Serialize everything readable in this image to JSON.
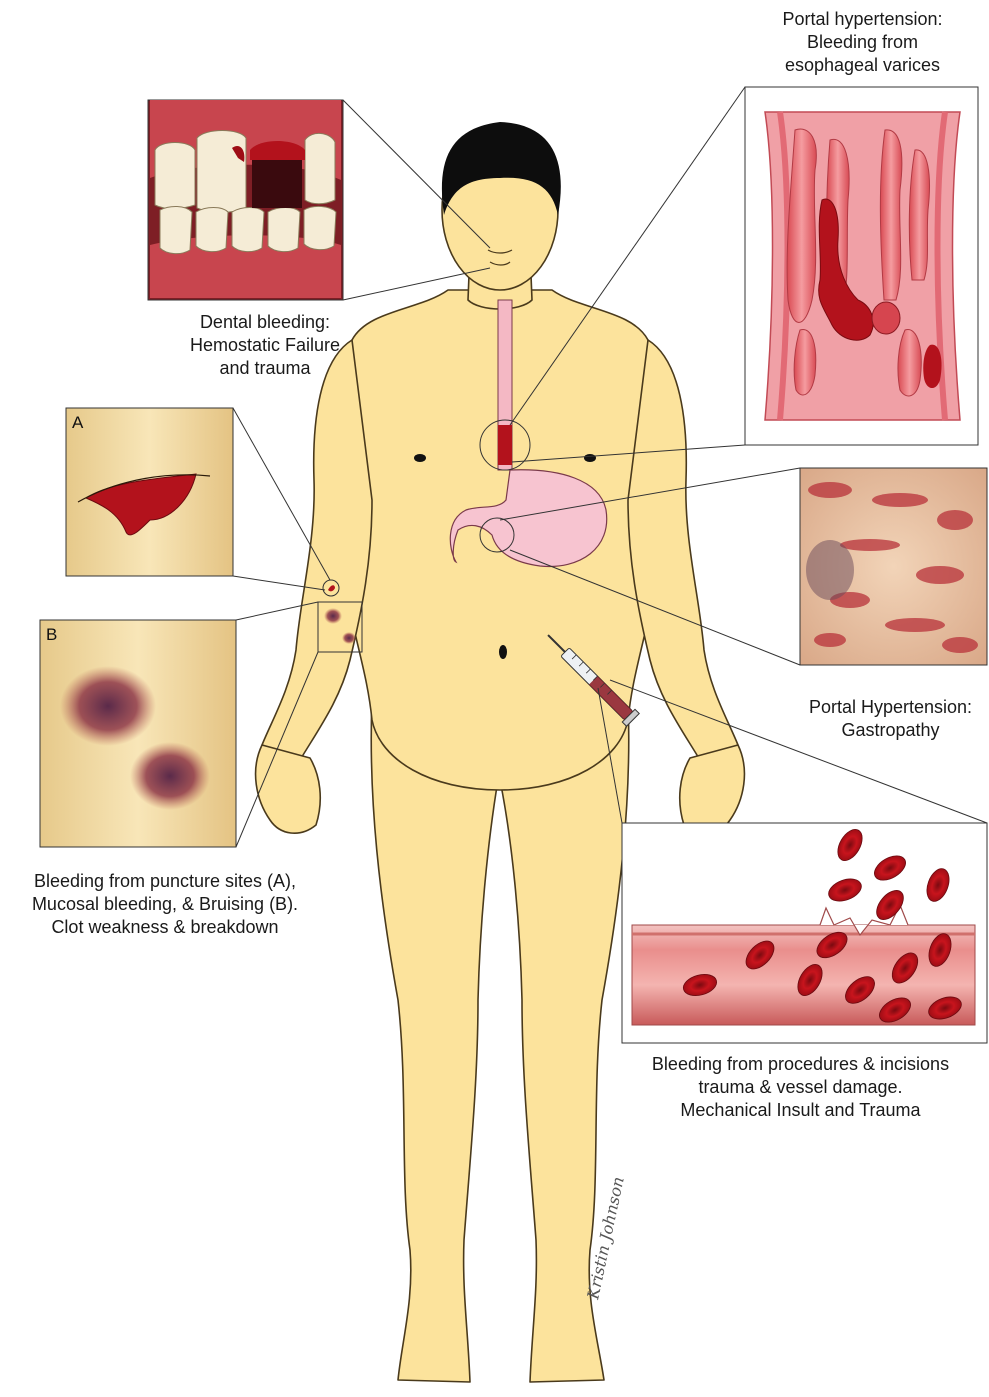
{
  "labels": {
    "varices": [
      "Portal hypertension:",
      "Bleeding from",
      "esophageal varices"
    ],
    "dental": [
      "Dental bleeding:",
      "Hemostatic Failure",
      "and trauma"
    ],
    "gastropathy": [
      "Portal Hypertension:",
      "Gastropathy"
    ],
    "puncture": [
      "Bleeding from puncture sites (A),",
      "Mucosal bleeding, & Bruising (B).",
      "Clot weakness & breakdown"
    ],
    "procedures": [
      "Bleeding from procedures & incisions",
      "trauma & vessel damage.",
      "Mechanical Insult and Trauma"
    ]
  },
  "panel_letters": {
    "a": "A",
    "b": "B"
  },
  "signature": "Kristin Johnson",
  "colors": {
    "skin": "#fce39c",
    "skin_outline": "#4a3a1c",
    "hair": "#0d0d0d",
    "esophagus": "#f4b8c4",
    "blood": "#b3121c",
    "mucosa": "#e8707a"
  }
}
